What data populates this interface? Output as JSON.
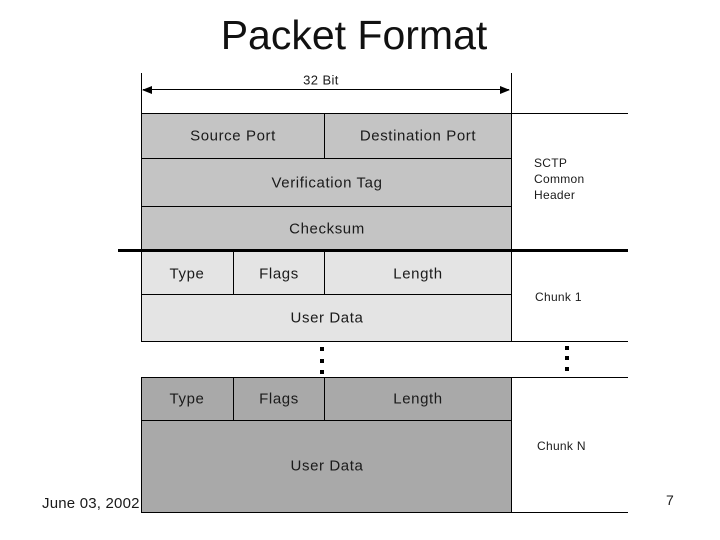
{
  "slide": {
    "title": "Packet Format",
    "footer_date": "June 03, 2002",
    "page_number": "7"
  },
  "diagram": {
    "width_label": "32 Bit",
    "common_header": {
      "source_port": "Source Port",
      "destination_port": "Destination Port",
      "verification_tag": "Verification Tag",
      "checksum": "Checksum",
      "side_label_line1": "SCTP",
      "side_label_line2": "Common",
      "side_label_line3": "Header"
    },
    "chunk_first": {
      "type": "Type",
      "flags": "Flags",
      "length": "Length",
      "user_data": "User Data",
      "side_label": "Chunk 1"
    },
    "chunk_last": {
      "type": "Type",
      "flags": "Flags",
      "length": "Length",
      "user_data": "User Data",
      "side_label": "Chunk N"
    },
    "icons": {
      "left_ellipsis": "vertical-ellipsis",
      "right_ellipsis": "vertical-ellipsis"
    }
  },
  "colors": {
    "common_header_fill": "#c4c4c4",
    "chunk_first_fill": "#e4e4e4",
    "chunk_last_fill": "#a9a9a9",
    "line": "#000000",
    "text": "#1a1a1a"
  }
}
